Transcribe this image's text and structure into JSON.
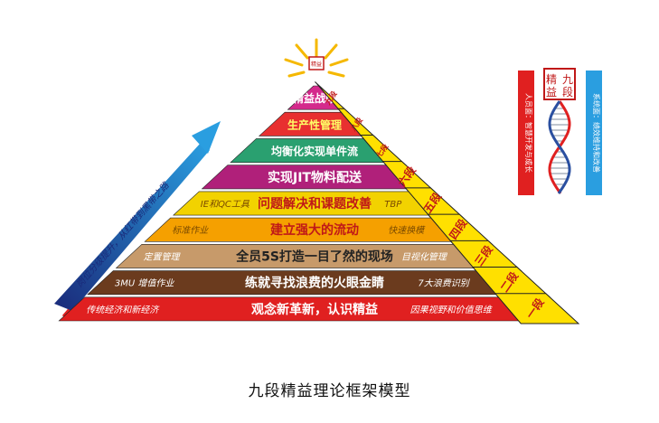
{
  "diagram": {
    "peak_seal": "精益",
    "levels": [
      {
        "title": "精益战略",
        "left": "",
        "right": "",
        "color": "#d42a8c",
        "text_color": "#ffffff",
        "step": "九段"
      },
      {
        "title": "生产性管理",
        "left": "",
        "right": "",
        "color": "#e83030",
        "text_color": "#ffff66",
        "step": "八段"
      },
      {
        "title": "均衡化实现单件流",
        "left": "",
        "right": "",
        "color": "#2aa070",
        "text_color": "#ffffff",
        "step": "七段"
      },
      {
        "title": "实现JIT物料配送",
        "left": "",
        "right": "",
        "color": "#b0207a",
        "text_color": "#ffffff",
        "step": "六段"
      },
      {
        "title": "问题解决和课题改善",
        "left": "IE和QC工具",
        "right": "TBP",
        "color": "#f2d200",
        "text_color": "#c01818",
        "step": "五段"
      },
      {
        "title": "建立强大的流动",
        "left": "标准作业",
        "right": "快速换模",
        "color": "#f5a000",
        "text_color": "#c01818",
        "step": "四段"
      },
      {
        "title": "全员5S打造一目了然的现场",
        "left": "定置管理",
        "right": "目视化管理",
        "color": "#c79a6a",
        "text_color": "#222222",
        "step": "三段"
      },
      {
        "title": "练就寻找浪费的火眼金睛",
        "left": "3MU  增值作业",
        "right": "7大浪费识别",
        "color": "#6b3b1e",
        "text_color": "#ffffff",
        "step": "二段"
      },
      {
        "title": "观念新革新，认识精益",
        "left": "传统经济和新经济",
        "right": "因果视野和价值思维",
        "color": "#e02020",
        "text_color": "#ffffff",
        "step": "一段"
      }
    ],
    "arrow_label": "岗位分级提升，从红带到黑带之路",
    "dna": {
      "seal": "精九益段",
      "left_label": "人员面：智慧开发与成长",
      "right_label": "系统面：绩效维持和改善"
    }
  },
  "caption": "九段精益理论框架模型"
}
